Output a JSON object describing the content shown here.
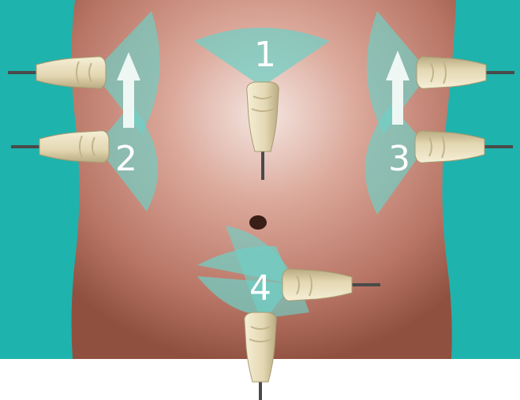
{
  "colors": {
    "background": "#1fb3ad",
    "skin": "#c98d7d",
    "skin_shadow": "#a86656",
    "highlight": "#f3e5e0",
    "beam": "#6fd0c6",
    "probe": "#e6dcbc",
    "probe_shadow": "#b9ab82",
    "arrow": "#eef7f4",
    "label": "#ffffff"
  },
  "zones": [
    {
      "id": "1",
      "label": "1"
    },
    {
      "id": "2",
      "label": "2"
    },
    {
      "id": "3",
      "label": "3"
    },
    {
      "id": "4",
      "label": "4"
    }
  ],
  "icons": [
    "ultrasound-probe-icon",
    "up-arrow-icon",
    "navel-icon"
  ]
}
